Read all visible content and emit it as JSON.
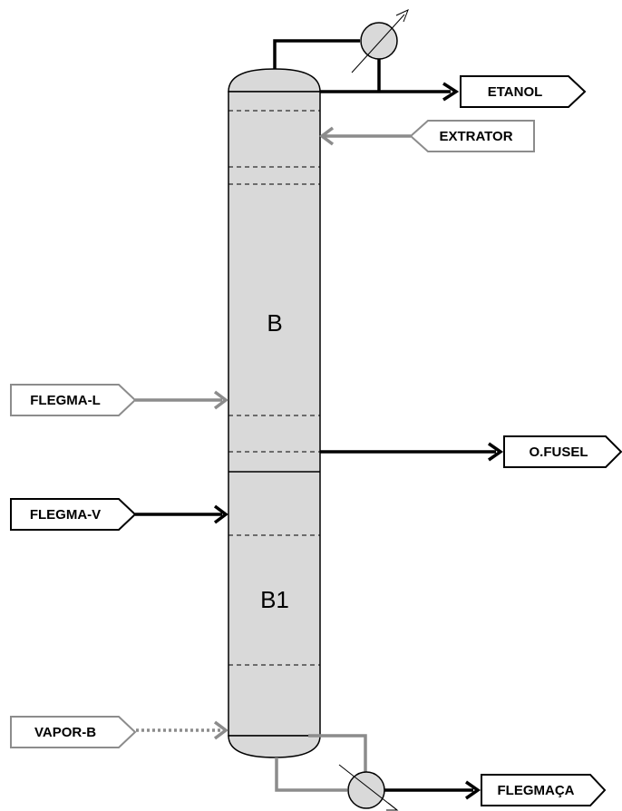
{
  "column": {
    "sections": [
      {
        "id": "section-b",
        "label": "B"
      },
      {
        "id": "section-b1",
        "label": "B1"
      }
    ]
  },
  "streams": {
    "etanol": {
      "label": "ETANOL",
      "direction": "outlet",
      "color": "#000000"
    },
    "extrator": {
      "label": "EXTRATOR",
      "direction": "inlet",
      "color": "#8c8c8c"
    },
    "flegma_l": {
      "label": "FLEGMA-L",
      "direction": "inlet",
      "color": "#8c8c8c"
    },
    "o_fusel": {
      "label": "O.FUSEL",
      "direction": "outlet",
      "color": "#000000"
    },
    "flegma_v": {
      "label": "FLEGMA-V",
      "direction": "inlet",
      "color": "#000000"
    },
    "vapor_b": {
      "label": "VAPOR-B",
      "direction": "inlet",
      "color": "#8c8c8c",
      "line_style": "dotted"
    },
    "flegmaca": {
      "label": "FLEGMAÇA",
      "direction": "outlet",
      "color": "#000000"
    }
  },
  "equipment": {
    "condenser": {
      "icon": "heat-exchanger-icon"
    },
    "reboiler": {
      "icon": "heat-exchanger-icon"
    }
  },
  "colors": {
    "column_fill": "#d9d9d9",
    "black_line": "#000000",
    "gray_line": "#8c8c8c"
  }
}
